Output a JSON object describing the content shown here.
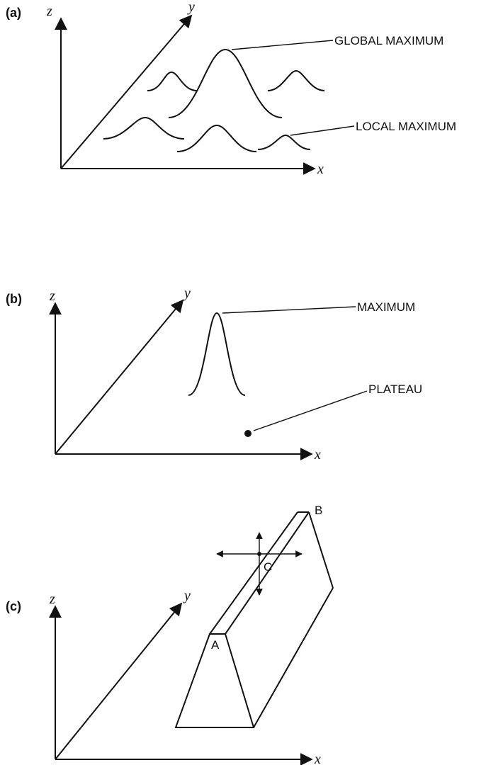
{
  "panels": {
    "a": {
      "tag": "(a)",
      "z_axis": "z",
      "y_axis": "y",
      "x_axis": "x",
      "global_label": "GLOBAL MAXIMUM",
      "local_label": "LOCAL MAXIMUM"
    },
    "b": {
      "tag": "(b)",
      "z_axis": "z",
      "y_axis": "y",
      "x_axis": "x",
      "max_label": "MAXIMUM",
      "plateau_label": "PLATEAU"
    },
    "c": {
      "tag": "(c)",
      "z_axis": "z",
      "y_axis": "y",
      "x_axis": "x",
      "point_a": "A",
      "point_b": "B",
      "point_c": "C"
    }
  }
}
